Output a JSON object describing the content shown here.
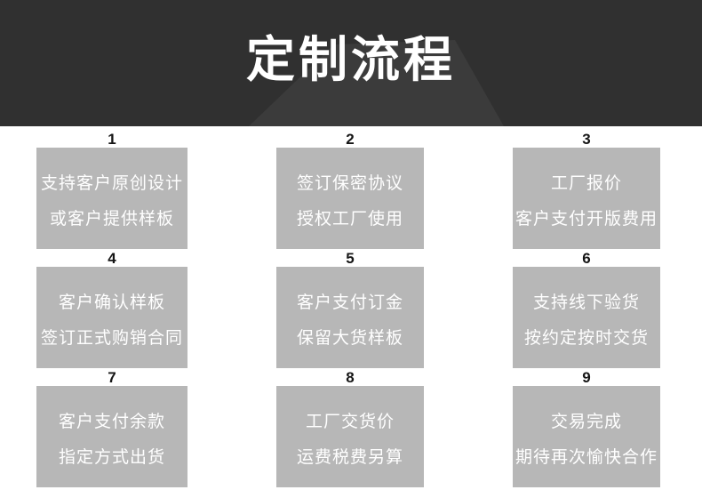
{
  "header": {
    "title": "定制流程"
  },
  "steps": [
    {
      "num": "1",
      "lines": [
        "支持客户原创设计",
        "或客户提供样板"
      ]
    },
    {
      "num": "2",
      "lines": [
        "签订保密协议",
        "授权工厂使用"
      ]
    },
    {
      "num": "3",
      "lines": [
        "工厂报价",
        "客户支付开版费用"
      ]
    },
    {
      "num": "4",
      "lines": [
        "客户确认样板",
        "签订正式购销合同"
      ]
    },
    {
      "num": "5",
      "lines": [
        "客户支付订金",
        "保留大货样板"
      ]
    },
    {
      "num": "6",
      "lines": [
        "支持线下验货",
        "按约定按时交货"
      ]
    },
    {
      "num": "7",
      "lines": [
        "客户支付余款",
        "指定方式出货"
      ]
    },
    {
      "num": "8",
      "lines": [
        "工厂交货价",
        "运费税费另算"
      ]
    },
    {
      "num": "9",
      "lines": [
        "交易完成",
        "期待再次愉快合作"
      ]
    }
  ],
  "colors": {
    "page_bg": "#ffffff",
    "header_bg": "#303030",
    "beam": "#3b3b3b",
    "box_bg": "#b7b7b7",
    "box_text": "#ffffff",
    "title_text": "#ffffff",
    "number_text": "#151515"
  }
}
